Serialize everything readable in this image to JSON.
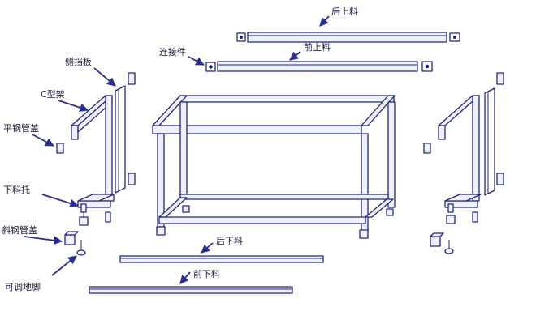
{
  "labels": {
    "rear_top_rail": "后上料",
    "front_top_rail": "前上料",
    "connector": "连接件",
    "side_panel": "侧挡板",
    "c_frame": "C型架",
    "flat_tube_cap": "平钢管盖",
    "bottom_bracket": "下料托",
    "angled_tube_cap": "斜钢管盖",
    "adjustable_foot": "可调地脚",
    "rear_bottom_rail": "后下料",
    "front_bottom_rail": "前下料"
  },
  "colors": {
    "line": "#22287a",
    "fill": "#eef0fb",
    "arrow": "#2a2f8f"
  }
}
